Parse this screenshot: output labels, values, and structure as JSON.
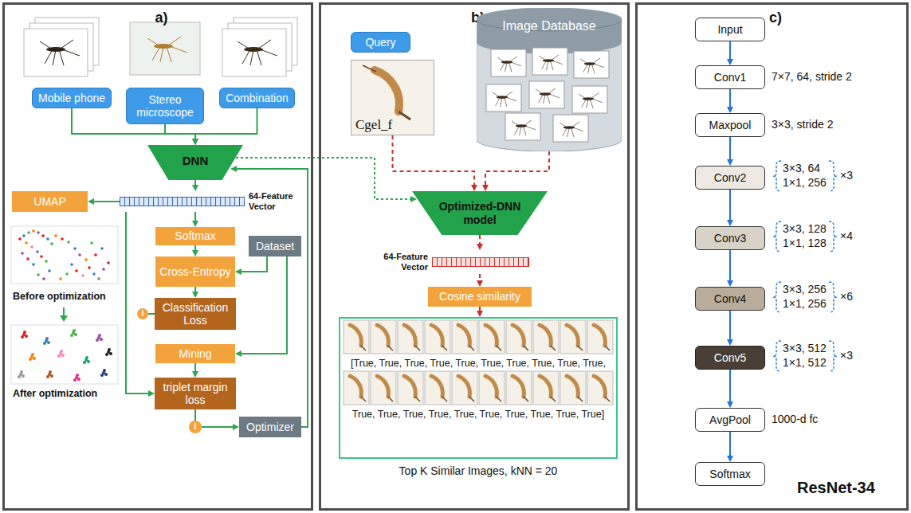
{
  "diagram": {
    "nodes": [
      {
        "text": [
          "a)"
        ]
      },
      {
        "text": [
          "Mobile phone"
        ],
        "in": 0
      },
      {
        "text": [
          "Stereo microscope"
        ],
        "in": 0
      },
      {
        "text": [
          "Combination"
        ],
        "in": 0
      },
      {
        "text": [
          "DNN"
        ],
        "in": 0
      },
      {
        "text": [
          "64-Feature Vector"
        ],
        "in": 0
      },
      {
        "text": [
          "UMAP"
        ],
        "in": 0
      },
      {
        "text": [
          "Softmax"
        ],
        "in": 0
      },
      {
        "text": [
          "Cross-Entropy"
        ],
        "in": 0
      },
      {
        "text": [
          "Dataset"
        ],
        "in": 0
      },
      {
        "text": [
          "Classification Loss"
        ],
        "in": 0
      },
      {
        "text": [
          "l"
        ],
        "in": 0
      },
      {
        "text": [
          "Mining"
        ],
        "in": 0
      },
      {
        "text": [
          "triplet margin loss"
        ],
        "in": 0
      },
      {
        "text": [
          "l"
        ],
        "in": 0
      },
      {
        "text": [
          "Optimizer"
        ],
        "in": 0
      },
      {
        "text": [
          "b)"
        ]
      },
      {
        "text": [
          "Query"
        ],
        "in": 16
      },
      {
        "text": [
          "Cgel_f"
        ],
        "in": 16
      },
      {
        "text": [
          "Image Database"
        ],
        "in": 16
      },
      {
        "text": [
          "Optimized-DNN model"
        ],
        "in": 16
      },
      {
        "text": [
          "64-Feature Vector"
        ],
        "in": 16
      },
      {
        "text": [
          "Cosine similarity"
        ],
        "in": 16
      },
      {
        "text": [
          "[True, True, True, True, True, True, True, True, True, True,",
          "True, True, True, True, True, True, True, True, True, True]"
        ],
        "in": 16
      },
      {
        "text": [
          "c)"
        ]
      },
      {
        "text": [
          "Input"
        ],
        "in": 24
      },
      {
        "text": [
          "Conv1"
        ],
        "in": 24
      },
      {
        "text": [
          "Maxpool"
        ],
        "in": 24
      },
      {
        "text": [
          "Conv2"
        ],
        "in": 24
      },
      {
        "text": [
          "Conv3"
        ],
        "in": 24
      },
      {
        "text": [
          "Conv4"
        ],
        "in": 24
      },
      {
        "text": [
          "Conv5"
        ],
        "in": 24
      },
      {
        "text": [
          "AvgPool"
        ],
        "in": 24
      },
      {
        "text": [
          "Softmax"
        ],
        "in": 24
      }
    ],
    "edges": [
      {
        "from": 1,
        "to": 4,
        "arrow": "to"
      },
      {
        "from": 2,
        "to": 4,
        "arrow": "to"
      },
      {
        "from": 3,
        "to": 4,
        "arrow": "to"
      },
      {
        "from": 4,
        "to": 5,
        "arrow": "to"
      },
      {
        "from": 5,
        "to": 6,
        "arrow": "to"
      },
      {
        "from": 5,
        "to": 7,
        "arrow": "to"
      },
      {
        "from": 7,
        "to": 8,
        "arrow": "to"
      },
      {
        "from": 9,
        "to": 8,
        "arrow": "to"
      },
      {
        "from": 8,
        "to": 10,
        "arrow": "to"
      },
      {
        "from": 10,
        "to": 11,
        "arrow": "none"
      },
      {
        "from": 9,
        "to": 12,
        "arrow": "to"
      },
      {
        "from": 5,
        "to": 13,
        "arrow": "to"
      },
      {
        "from": 12,
        "to": 13,
        "arrow": "to"
      },
      {
        "from": 13,
        "to": 14,
        "arrow": "none"
      },
      {
        "from": 14,
        "to": 15,
        "arrow": "to"
      },
      {
        "from": 15,
        "to": 4,
        "arrow": "to"
      },
      {
        "from": 4,
        "to": 20,
        "arrow": "to"
      },
      {
        "from": 18,
        "to": 20,
        "arrow": "to"
      },
      {
        "from": 19,
        "to": 20,
        "arrow": "to"
      },
      {
        "from": 20,
        "to": 21,
        "arrow": "to"
      },
      {
        "from": 21,
        "to": 22,
        "arrow": "to"
      },
      {
        "from": 22,
        "to": 23,
        "arrow": "to"
      },
      {
        "from": 25,
        "to": 26,
        "arrow": "to"
      },
      {
        "from": 26,
        "to": 27,
        "arrow": "to"
      },
      {
        "from": 27,
        "to": 28,
        "arrow": "to"
      },
      {
        "from": 28,
        "to": 29,
        "arrow": "to"
      },
      {
        "from": 29,
        "to": 30,
        "arrow": "to"
      },
      {
        "from": 30,
        "to": 31,
        "arrow": "to"
      },
      {
        "from": 31,
        "to": 32,
        "arrow": "to"
      },
      {
        "from": 32,
        "to": 33,
        "arrow": "to"
      }
    ],
    "labels": [
      "Before optimization",
      "After optimization",
      "Top K Similar Images, kNN = 20",
      "7×7, 64, stride 2",
      "3×3, stride 2",
      "3×3, 64",
      "1×1, 256",
      "×3",
      "3×3, 128",
      "1×1, 128",
      "×4",
      "3×3, 256",
      "1×1, 256",
      "×6",
      "3×3, 512",
      "1×1, 512",
      "×3",
      "1000-d fc",
      "ResNet-34"
    ]
  }
}
